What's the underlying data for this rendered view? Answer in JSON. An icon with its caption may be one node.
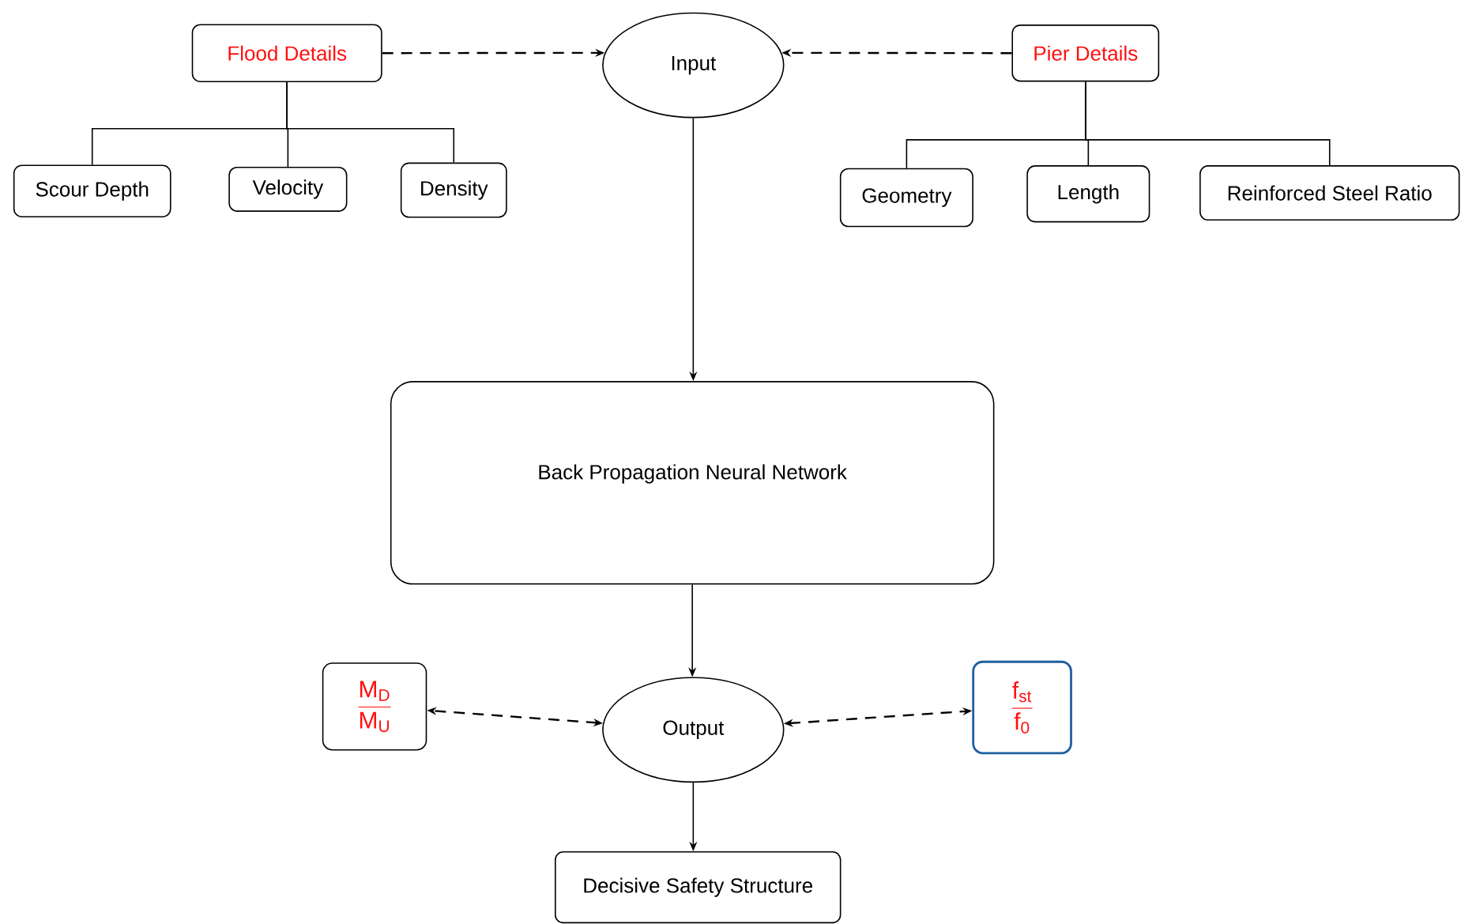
{
  "diagram": {
    "nodes": [
      {
        "text": [
          "Flood Details"
        ]
      },
      {
        "text": [
          "Input"
        ]
      },
      {
        "text": [
          "Pier Details"
        ]
      },
      {
        "text": [
          "Scour Depth"
        ]
      },
      {
        "text": [
          "Velocity"
        ]
      },
      {
        "text": [
          "Density"
        ]
      },
      {
        "text": [
          "Geometry"
        ]
      },
      {
        "text": [
          "Length"
        ]
      },
      {
        "text": [
          "Reinforced Steel Ratio"
        ]
      },
      {
        "text": [
          "Back Propagation Neural Network"
        ]
      },
      {
        "text": [
          "Output"
        ]
      },
      {
        "text": [
          "\\frac{\\mathrm{M_D}}{\\mathrm{M_U}}"
        ]
      },
      {
        "text": [
          "\\frac{\\mathrm{f_{st}}}{\\mathrm{f_0}}"
        ]
      },
      {
        "text": [
          "Decisive Safety Structure"
        ]
      }
    ],
    "edges": [
      {
        "from": 0,
        "to": 1,
        "arrow": "to",
        "style": "dashed"
      },
      {
        "from": 2,
        "to": 1,
        "arrow": "to",
        "style": "dashed"
      },
      {
        "from": 0,
        "to": 3,
        "arrow": "none"
      },
      {
        "from": 0,
        "to": 4,
        "arrow": "none"
      },
      {
        "from": 0,
        "to": 5,
        "arrow": "none"
      },
      {
        "from": 2,
        "to": 6,
        "arrow": "none"
      },
      {
        "from": 2,
        "to": 7,
        "arrow": "none"
      },
      {
        "from": 2,
        "to": 8,
        "arrow": "none"
      },
      {
        "from": 1,
        "to": 9,
        "arrow": "to"
      },
      {
        "from": 9,
        "to": 10,
        "arrow": "to"
      },
      {
        "from": 10,
        "to": 11,
        "arrow": "both",
        "style": "dashed"
      },
      {
        "from": 10,
        "to": 12,
        "arrow": "both",
        "style": "dashed"
      },
      {
        "from": 10,
        "to": 13,
        "arrow": "to"
      }
    ]
  }
}
